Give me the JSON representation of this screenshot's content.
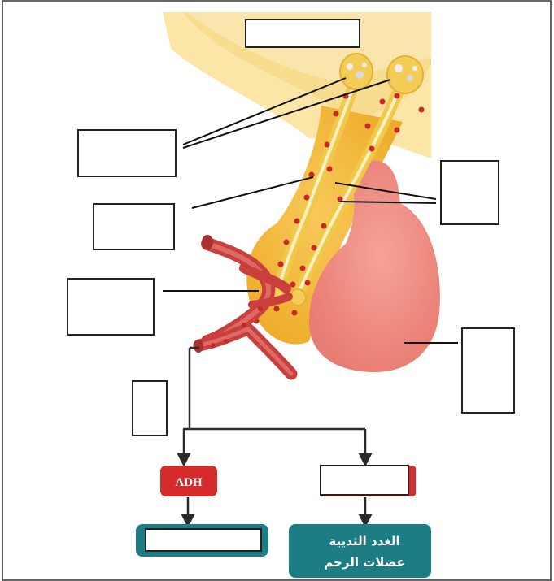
{
  "diagram": {
    "hormone_adh": "ADH",
    "target_line1": "الغدد الثديية",
    "target_line2": "عضلات الرحم",
    "colors": {
      "hypothalamus": "#f9dc8f",
      "neuron": "#f0c84a",
      "posterior_lobe": "#f4bd3a",
      "anterior_lobe": "#f08d83",
      "blood_vessel": "#c93f3c",
      "vesicle": "#c8282a",
      "adh_box": "#d52b2b",
      "target_box": "#1d7d85",
      "flow_arrow": "#2a2a2a"
    },
    "label_boxes": [
      "hypothalamus-label",
      "neuron-cell-bodies-label",
      "axon-label",
      "axon-terminals-label",
      "posterior-pituitary-label",
      "anterior-pituitary-label",
      "capillary-label",
      "second-hormone-label",
      "adh-target-label"
    ]
  }
}
